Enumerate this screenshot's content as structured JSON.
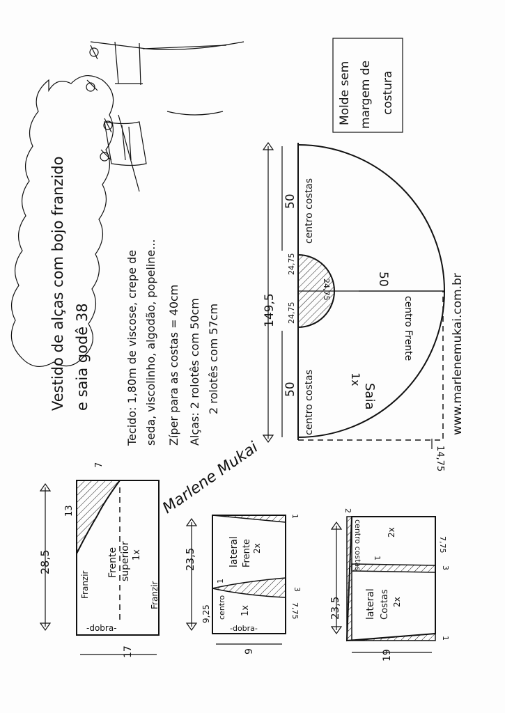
{
  "title": {
    "line1": "Vestido de alças com bojo franzido",
    "line2": "e saia godê 38"
  },
  "notes": {
    "note_box": [
      "Molde sem",
      "margem de",
      "costura"
    ],
    "fabric": [
      "Tecido: 1,80m de viscose, crepe de",
      "seda, viscolinho, algodão, popeline...",
      "Zíper para as costas = 40cm",
      "Alças: 2 rolotês com 50cm",
      "2 rolotês com 57cm"
    ],
    "website": "www.marlenemukai.com.br"
  },
  "signature": "Marlene Mukai",
  "skirt": {
    "name": "Saia",
    "qty": "1x",
    "total": "149,5",
    "half_left": "50",
    "half_right": "50",
    "radius": "50",
    "waist_a": "24,75",
    "waist_b": "24,75",
    "waist_r": "24,75",
    "hem_ext": "14,75",
    "label_back_top": "centro costas",
    "label_back_bottom": "centro costas",
    "label_front": "centro Frente"
  },
  "front_top": {
    "name": "Frente",
    "name2": "superior",
    "qty": "1x",
    "height": "28,5",
    "width": "17",
    "cut_w": "7",
    "cut_h": "13",
    "gather_left": "Franzir",
    "gather_right": "Franzir",
    "fold": "-dobra-"
  },
  "lateral_front": {
    "name": "lateral",
    "name2": "Frente",
    "qty": "2x",
    "height": "23,5",
    "width": "9",
    "center_label": "centro",
    "center_qty": "1x",
    "fold": "-dobra-",
    "h1": "9,25",
    "h2": "7,75",
    "m1": "1",
    "m2": "1",
    "m3": "3"
  },
  "lateral_back": {
    "name": "lateral",
    "name2": "Costas",
    "qty": "2x",
    "top_qty": "2x",
    "height": "23,5",
    "width": "19",
    "center_label": "centro costas",
    "h1": "7,75",
    "m1": "1",
    "m2": "2",
    "m3": "3",
    "m4": "1"
  }
}
